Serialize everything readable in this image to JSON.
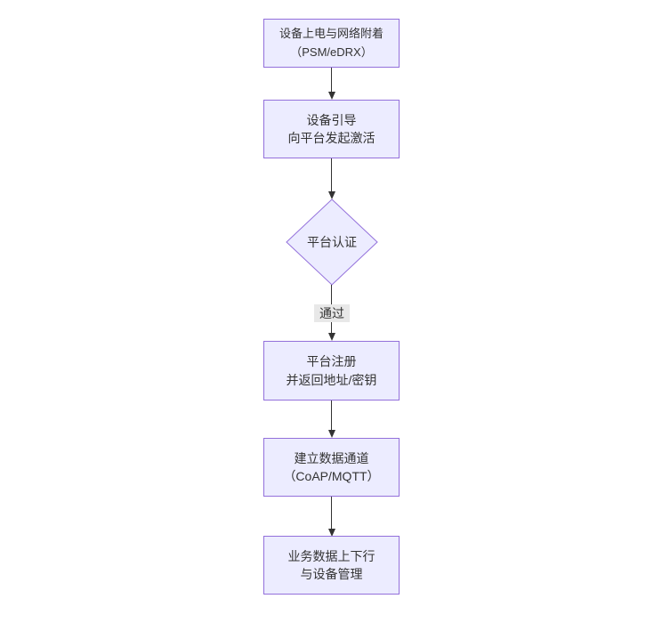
{
  "theme": {
    "background": "#ffffff",
    "node_fill": "#ECECFF",
    "node_border": "#9370DB",
    "edge_color": "#333333",
    "text_color": "#333333",
    "label_bg": "#e8e8e8"
  },
  "flowchart": {
    "nodes": [
      {
        "id": "power-attach",
        "shape": "rect",
        "label": "设备上电与网络附着\n（PSM/eDRX）"
      },
      {
        "id": "bootstrap-activate",
        "shape": "rect",
        "label": "设备引导\n向平台发起激活"
      },
      {
        "id": "platform-auth",
        "shape": "diamond",
        "label": "平台认证"
      },
      {
        "id": "platform-register",
        "shape": "rect",
        "label": "平台注册\n并返回地址/密钥"
      },
      {
        "id": "data-channel",
        "shape": "rect",
        "label": "建立数据通道\n（CoAP/MQTT）"
      },
      {
        "id": "business-data",
        "shape": "rect",
        "label": "业务数据上下行\n与设备管理"
      }
    ],
    "edges": [
      {
        "from": "power-attach",
        "to": "bootstrap-activate",
        "label": ""
      },
      {
        "from": "bootstrap-activate",
        "to": "platform-auth",
        "label": ""
      },
      {
        "from": "platform-auth",
        "to": "platform-register",
        "label": "通过"
      },
      {
        "from": "platform-register",
        "to": "data-channel",
        "label": ""
      },
      {
        "from": "data-channel",
        "to": "business-data",
        "label": ""
      }
    ]
  }
}
